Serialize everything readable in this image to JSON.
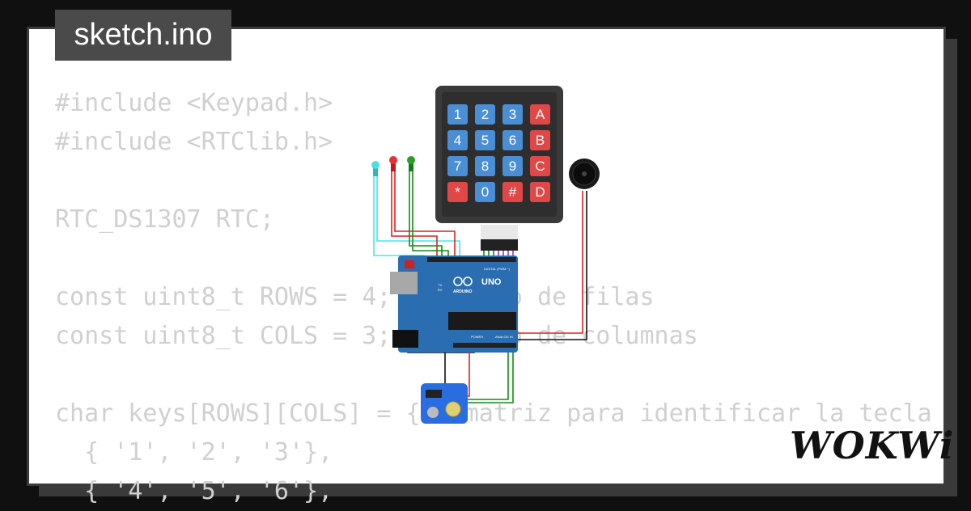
{
  "file_tab": {
    "label": "sketch.ino"
  },
  "code_lines": [
    "#include <Keypad.h>",
    "#include <RTClib.h>",
    "",
    "RTC_DS1307 RTC;",
    "",
    "const uint8_t ROWS = 4; //numero de filas",
    "const uint8_t COLS = 3; //numero de columnas",
    "",
    "char keys[ROWS][COLS] = { //matriz para identificar la tecla",
    "  { '1', '2', '3'},",
    "  { '4', '5', '6'},"
  ],
  "keypad": {
    "keys": [
      "1",
      "2",
      "3",
      "A",
      "4",
      "5",
      "6",
      "B",
      "7",
      "8",
      "9",
      "C",
      "*",
      "0",
      "#",
      "D"
    ]
  },
  "arduino": {
    "brand": "ARDUINO",
    "model": "UNO",
    "digital_label": "DIGITAL (PWM ~)",
    "power_label": "POWER",
    "analog_label": "ANALOG IN",
    "tx": "TX",
    "rx": "RX"
  },
  "brand": {
    "logo": "WOKWi"
  },
  "colors": {
    "key_blue": "#4a8fd6",
    "key_red": "#e04848",
    "board": "#2a6db0",
    "keypad_body": "#3a3a3a",
    "wire_red": "#e02020",
    "wire_green": "#138a13",
    "wire_cyan": "#40e8f0",
    "wire_black": "#111111",
    "wire_purple": "#a030d0"
  }
}
